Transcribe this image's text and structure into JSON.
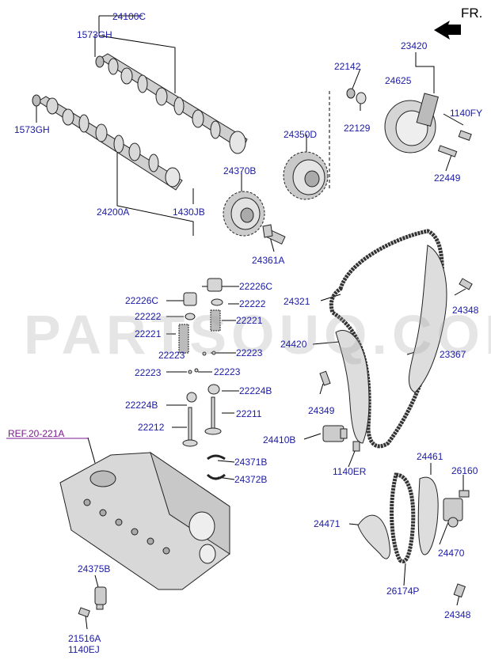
{
  "orientation": {
    "label": "FR.",
    "icon": "arrow-front-icon"
  },
  "watermark": "PARTSOUQ.COM",
  "reference": "REF.20-221A",
  "parts": {
    "p24100C": "24100C",
    "p1573GH_a": "1573GH",
    "p1573GH_b": "1573GH",
    "p24200A": "24200A",
    "p1430JB": "1430JB",
    "p24370B": "24370B",
    "p24361A": "24361A",
    "p24350D": "24350D",
    "p22142": "22142",
    "p22129": "22129",
    "p23420": "23420",
    "p24625": "24625",
    "p1140FY": "1140FY",
    "p22449": "22449",
    "p24321": "24321",
    "p24348_a": "24348",
    "p22226C_a": "22226C",
    "p22226C_b": "22226C",
    "p22222_a": "22222",
    "p22222_b": "22222",
    "p22221_a": "22221",
    "p22221_b": "22221",
    "p22223_a": "22223",
    "p22223_b": "22223",
    "p22223_c": "22223",
    "p22223_d": "22223",
    "p24420": "24420",
    "p23367": "23367",
    "p24349": "24349",
    "p22224B_a": "22224B",
    "p22224B_b": "22224B",
    "p22211": "22211",
    "p22212": "22212",
    "p24410B": "24410B",
    "p1140ER": "1140ER",
    "p24371B": "24371B",
    "p24372B": "24372B",
    "p24461": "24461",
    "p26160": "26160",
    "p24471": "24471",
    "p24470": "24470",
    "p26174P": "26174P",
    "p24348_b": "24348",
    "p24375B": "24375B",
    "p21516A": "21516A",
    "p1140EJ": "1140EJ"
  }
}
